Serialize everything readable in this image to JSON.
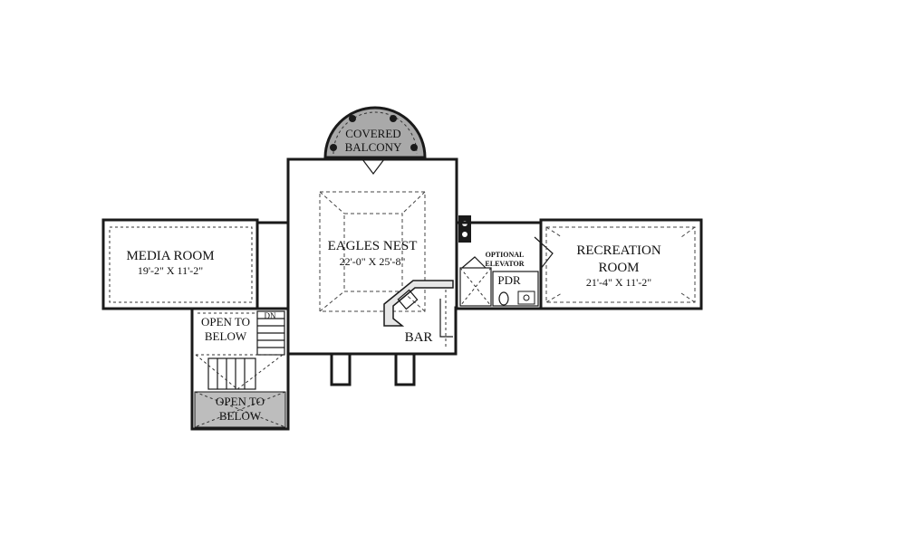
{
  "rooms": {
    "covered_balcony": {
      "line1": "COVERED",
      "line2": "BALCONY"
    },
    "eagles_nest": {
      "name": "EAGLES NEST",
      "dims": "22'-0\" X 25'-8\""
    },
    "media_room": {
      "name": "MEDIA ROOM",
      "dims": "19'-2\" X 11'-2\""
    },
    "recreation_room": {
      "line1": "RECREATION",
      "line2": "ROOM",
      "dims": "21'-4\" X 11'-2\""
    },
    "optional_elevator": {
      "line1": "OPTIONAL",
      "line2": "ELEVATOR"
    },
    "powder": {
      "name": "PDR"
    },
    "bar": {
      "name": "BAR"
    },
    "open_to_below_upper": {
      "line1": "OPEN TO",
      "line2": "BELOW"
    },
    "open_to_below_lower": {
      "line1": "OPEN TO",
      "line2": "BELOW"
    },
    "stair": {
      "label": "DN"
    }
  },
  "colors": {
    "wall": "#1a1a1a",
    "room_fill": "#f4f4f4",
    "balcony_fill": "#a9a9a9",
    "open_below_fill": "#bdbdbd",
    "background": "#ffffff"
  }
}
